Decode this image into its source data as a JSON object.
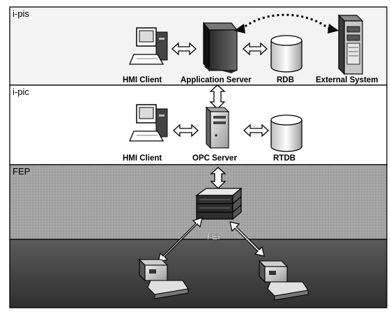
{
  "layers": [
    {
      "title": "i-pis"
    },
    {
      "title": "i-pic"
    },
    {
      "title": "FEP"
    }
  ],
  "nodes": {
    "hmi_client_top": {
      "label": "HMI Client",
      "icon": "computer-icon"
    },
    "application_server": {
      "label": "Application Server",
      "icon": "server-icon"
    },
    "rdb": {
      "label": "RDB",
      "icon": "database-icon"
    },
    "external_system": {
      "label": "External System",
      "icon": "server-tower-icon"
    },
    "hmi_client_mid": {
      "label": "HMI Client",
      "icon": "computer-icon"
    },
    "opc_server": {
      "label": "OPC Server",
      "icon": "server-icon"
    },
    "rtdb": {
      "label": "RTDB",
      "icon": "database-icon"
    },
    "fep": {
      "label": "FEP",
      "icon": "network-device-icon"
    },
    "field_device_left": {
      "label": "",
      "icon": "field-device-icon"
    },
    "field_device_right": {
      "label": "",
      "icon": "field-device-icon"
    }
  },
  "connections": [
    {
      "from": "HMI Client",
      "to": "Application Server",
      "style": "double-arrow"
    },
    {
      "from": "Application Server",
      "to": "RDB",
      "style": "double-arrow"
    },
    {
      "from": "Application Server",
      "to": "External System",
      "style": "dashed-curved-double-arrow"
    },
    {
      "from": "Application Server",
      "to": "OPC Server",
      "style": "double-arrow"
    },
    {
      "from": "HMI Client",
      "to": "OPC Server",
      "style": "double-arrow"
    },
    {
      "from": "OPC Server",
      "to": "RTDB",
      "style": "double-arrow"
    },
    {
      "from": "OPC Server",
      "to": "FEP",
      "style": "double-arrow"
    },
    {
      "from": "FEP",
      "to": "field device left",
      "style": "double-arrow"
    },
    {
      "from": "FEP",
      "to": "field device right",
      "style": "double-arrow"
    }
  ],
  "colors": {
    "layer_top_bg": "#f3f3f3",
    "layer_mid_bg": "#ffffff",
    "layer_fep_bg": "#9a9a9a",
    "layer_fep_bottom_bg": "#4a4a4a",
    "arrow_fill": "#ffffff",
    "outline": "#000000"
  }
}
